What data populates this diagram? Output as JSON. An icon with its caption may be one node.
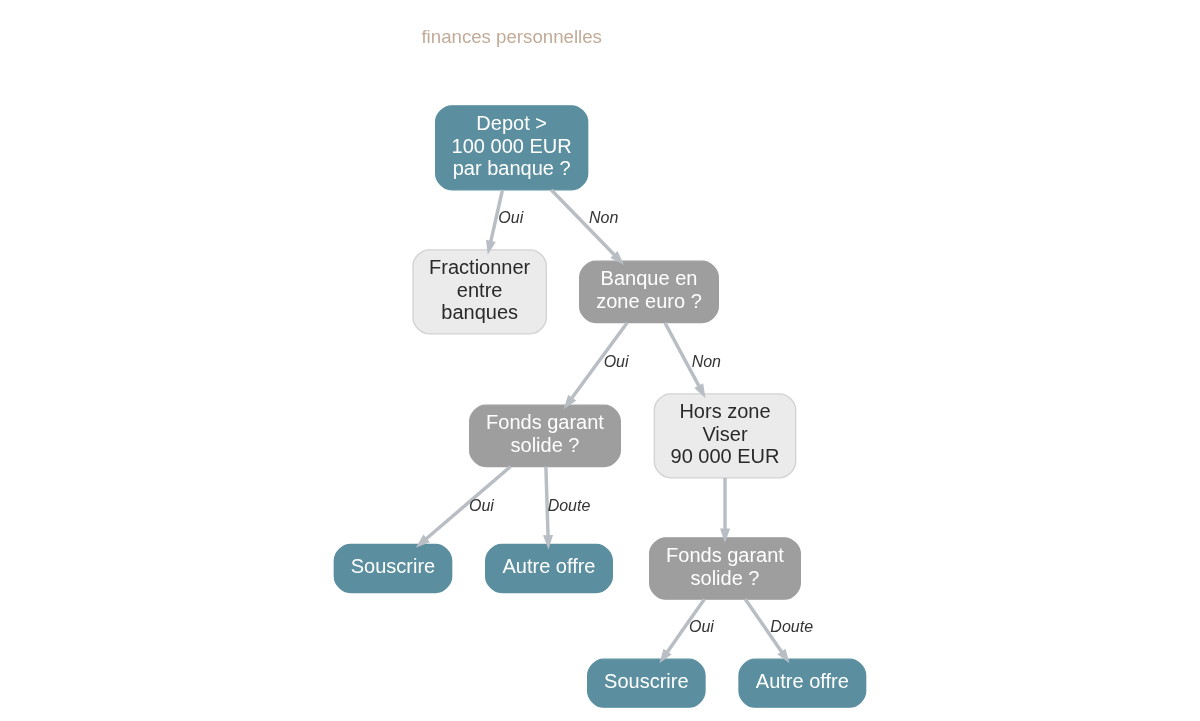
{
  "diagram": {
    "nodes": [
      {
        "text": [
          "Depot > 100 000 EUR par banque ?"
        ]
      },
      {
        "text": [
          "Fractionner entre banques"
        ]
      },
      {
        "text": [
          "Banque en zone euro ?"
        ]
      },
      {
        "text": [
          "Fonds garant solide ?"
        ]
      },
      {
        "text": [
          "Hors zone Viser 90 000 EUR"
        ]
      },
      {
        "text": [
          "Souscrire"
        ]
      },
      {
        "text": [
          "Autre offre"
        ]
      },
      {
        "text": [
          "Fonds garant solide ?"
        ]
      },
      {
        "text": [
          "Souscrire"
        ]
      },
      {
        "text": [
          "Autre offre"
        ]
      }
    ],
    "edges": [
      {
        "from": 0,
        "to": 1,
        "arrow": "to",
        "label": "Oui"
      },
      {
        "from": 0,
        "to": 2,
        "arrow": "to",
        "label": "Non"
      },
      {
        "from": 2,
        "to": 3,
        "arrow": "to",
        "label": "Oui"
      },
      {
        "from": 2,
        "to": 4,
        "arrow": "to",
        "label": "Non"
      },
      {
        "from": 3,
        "to": 5,
        "arrow": "to",
        "label": "Oui"
      },
      {
        "from": 3,
        "to": 6,
        "arrow": "to",
        "label": "Doute"
      },
      {
        "from": 4,
        "to": 7,
        "arrow": "to"
      },
      {
        "from": 7,
        "to": 8,
        "arrow": "to",
        "label": "Oui"
      },
      {
        "from": 7,
        "to": 9,
        "arrow": "to",
        "label": "Doute"
      }
    ],
    "labels": [
      "finances personnelles"
    ]
  }
}
